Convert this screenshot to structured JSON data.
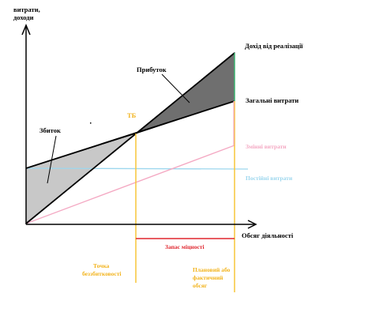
{
  "axes": {
    "y_label_line1": "витрати,",
    "y_label_line2": "доходи",
    "x_label": "Обсяг діяльності"
  },
  "labels": {
    "revenue": "Дохід від реалізації",
    "profit": "Прибуток",
    "total_costs": "Загальні витрати",
    "break_even_short": "ТБ",
    "loss": "Збиток",
    "variable_costs": "Змінні витрати",
    "fixed_costs": "Постійні витрати",
    "safety_margin": "Запас міцності",
    "break_even_point_line1": "Точка",
    "break_even_point_line2": "беззбитковості",
    "planned_volume_line1": "Плановий або",
    "planned_volume_line2": "фактичний",
    "planned_volume_line3": "обсяг"
  },
  "colors": {
    "axis": "#000000",
    "revenue_line": "#000000",
    "total_costs_line": "#000000",
    "profit_fill": "#6f6f6f",
    "loss_fill": "#c8c8c8",
    "fixed_costs_line": "#9dd7ee",
    "variable_costs_line": "#f4a9c3",
    "guide_lines": "#f7c63a",
    "safety_margin_line": "#e0262e",
    "planned_volume_marker": "#3cb371",
    "label_orange": "#f2b31c",
    "label_red": "#e0262e",
    "label_pink": "#f4a9c3",
    "label_blue": "#9dd7ee"
  }
}
